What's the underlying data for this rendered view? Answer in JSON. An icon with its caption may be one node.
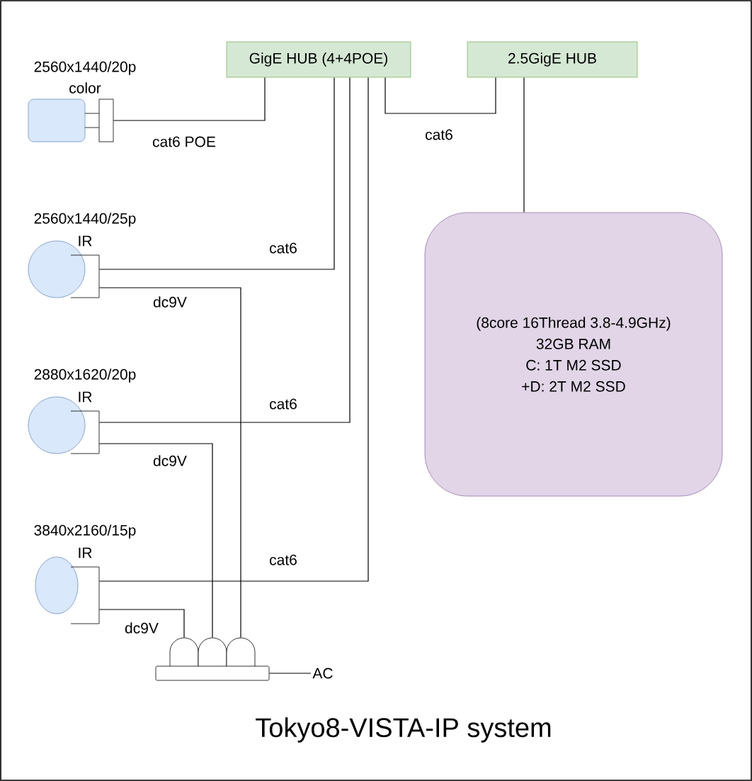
{
  "diagram": {
    "title": "Tokyo8-VISTA-IP system",
    "nodes": [
      {
        "text": [
          "2560x1440/20p",
          "color"
        ]
      },
      {
        "text": [
          "GigE HUB (4+4POE)"
        ]
      },
      {
        "text": [
          "2.5GigE HUB"
        ]
      },
      {
        "text": [
          "2560x1440/25p",
          "IR"
        ]
      },
      {
        "text": [
          "2880x1620/20p",
          "IR"
        ]
      },
      {
        "text": [
          "3840x2160/15p",
          "IR"
        ]
      },
      {
        "text": [
          "(8core 16Thread 3.8-4.9GHz)",
          "32GB RAM",
          "C: 1T M2 SSD",
          "+D: 2T M2 SSD"
        ]
      },
      {
        "text": [],
        "shape": "bar"
      },
      {
        "text": [
          "AC"
        ]
      }
    ],
    "edges": [
      {
        "from": 0,
        "to": 1,
        "arrow": "none",
        "label": "cat6 POE"
      },
      {
        "from": 3,
        "to": 1,
        "arrow": "none",
        "label": "cat6"
      },
      {
        "from": 4,
        "to": 1,
        "arrow": "none",
        "label": "cat6"
      },
      {
        "from": 5,
        "to": 1,
        "arrow": "none",
        "label": "cat6"
      },
      {
        "from": 1,
        "to": 2,
        "arrow": "none",
        "label": "cat6"
      },
      {
        "from": 2,
        "to": 6,
        "arrow": "none"
      },
      {
        "from": 3,
        "to": 7,
        "arrow": "none",
        "label": "dc9V"
      },
      {
        "from": 4,
        "to": 7,
        "arrow": "none",
        "label": "dc9V"
      },
      {
        "from": 5,
        "to": 7,
        "arrow": "none",
        "label": "dc9V"
      },
      {
        "from": 7,
        "to": 8,
        "arrow": "none"
      }
    ]
  }
}
